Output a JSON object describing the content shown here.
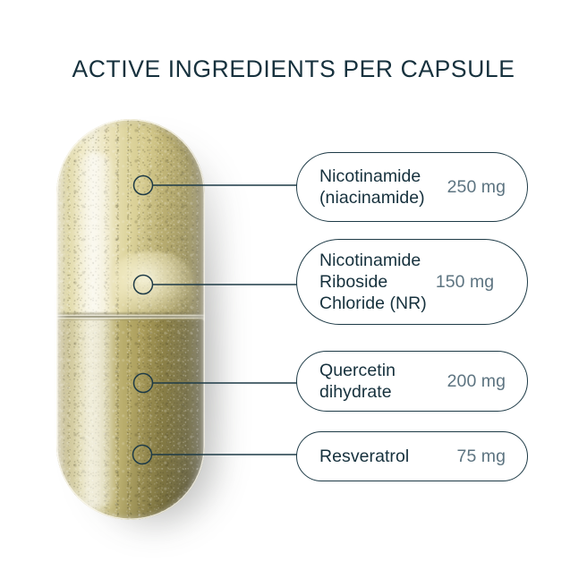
{
  "page": {
    "title": "ACTIVE INGREDIENTS PER CAPSULE",
    "background_color": "#ffffff"
  },
  "theme": {
    "text_color": "#16313d",
    "dose_color": "#5d7481",
    "outline_color": "#1d3a46",
    "powder_top_color": "#e3dcae",
    "powder_bottom_color": "#a89a58",
    "highlight_color": "#f3efd8"
  },
  "product": {
    "artwork_name": "supplement-capsule",
    "description": "Transparent two-piece capsule filled with pale cream powder in the top half and darker olive powder in the bottom half"
  },
  "ingredients": [
    {
      "marker": "marker-1",
      "name": "Nicotinamide\n(niacinamide)",
      "dose": "250 mg"
    },
    {
      "marker": "marker-2",
      "name": "Nicotinamide\nRiboside\nChloride (NR)",
      "dose": "150 mg"
    },
    {
      "marker": "marker-3",
      "name": "Quercetin\ndihydrate",
      "dose": "200 mg"
    },
    {
      "marker": "marker-4",
      "name": "Resveratrol",
      "dose": "75 mg"
    }
  ]
}
